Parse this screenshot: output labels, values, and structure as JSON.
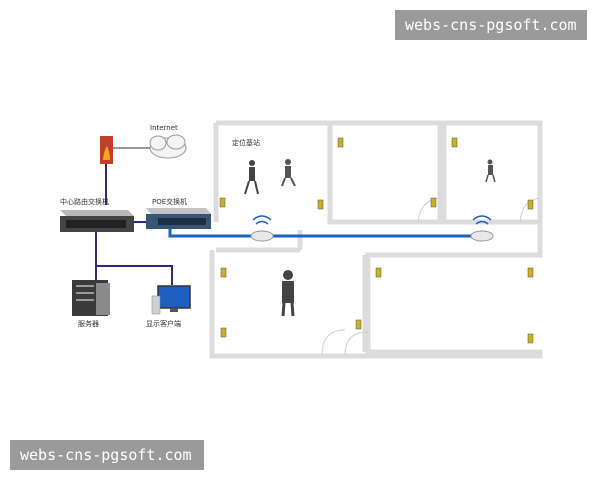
{
  "watermark_top": "webs-cns-pgsoft.com",
  "watermark_bottom": "webs-cns-pgsoft.com",
  "labels": {
    "internet": "Internet",
    "core_switch": "中心路由交换机",
    "poe_switch": "POE交换机",
    "server": "服务器",
    "client": "显示客户端",
    "beacon": "定位基站"
  },
  "colors": {
    "network_link": "#1e5fbf",
    "wired_link": "#2b2b7a",
    "wall": "#dcdcdc",
    "tag": "#c8b02a"
  },
  "icons": [
    "firewall-icon",
    "cloud-icon",
    "switch-icon",
    "server-icon",
    "monitor-icon",
    "access-point-icon",
    "person-icon",
    "tag-icon"
  ]
}
